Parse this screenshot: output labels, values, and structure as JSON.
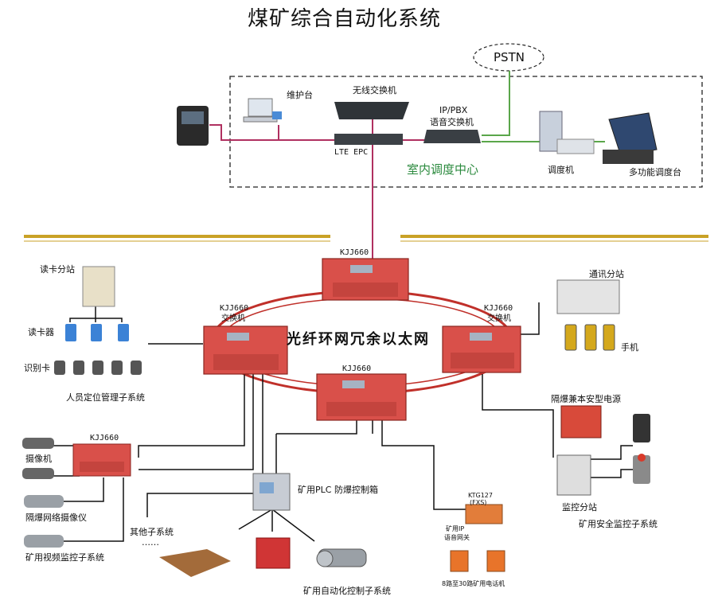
{
  "title": "煤矿综合自动化系统",
  "top": {
    "pstn": "PSTN",
    "wireless_switch": "无线交换机",
    "maintenance": "维护台",
    "ippbx": "IP/PBX",
    "voice_switch": "语音交换机",
    "lte_epc": "LTE EPC",
    "dispatch_center": "室内调度中心",
    "dispatcher": "调度机",
    "multi_console": "多功能调度台"
  },
  "ring": {
    "label": "光纤环网冗余以太网",
    "node_top": "KJJ660",
    "node_left": "KJJ660",
    "node_left_sub": "交换机",
    "node_right": "KJJ660",
    "node_right_sub": "交换机",
    "node_bottom": "KJJ660"
  },
  "left": {
    "card_station": "读卡分站",
    "card_reader": "读卡器",
    "id_card": "识别卡",
    "personnel_system": "人员定位管理子系统",
    "camera": "摄像机",
    "kjj_small": "KJJ660",
    "ex_camera": "隔爆网络摄像仪",
    "video_system": "矿用视频监控子系统"
  },
  "bottom": {
    "other_systems": "其他子系统",
    "dots": "……",
    "plc_box": "矿用PLC 防爆控制箱",
    "auto_system": "矿用自动化控制子系统",
    "ktg_model": "KTG127",
    "ktg_sub": "(FXS)",
    "ip_gateway_1": "矿用IP",
    "ip_gateway_2": "语音网关",
    "phones_label": "8路至30路矿用电话机"
  },
  "right": {
    "comm_station": "通讯分站",
    "handset": "手机",
    "power_supply": "隔爆兼本安型电源",
    "monitor_station": "监控分站",
    "safety_system": "矿用安全监控子系统"
  }
}
